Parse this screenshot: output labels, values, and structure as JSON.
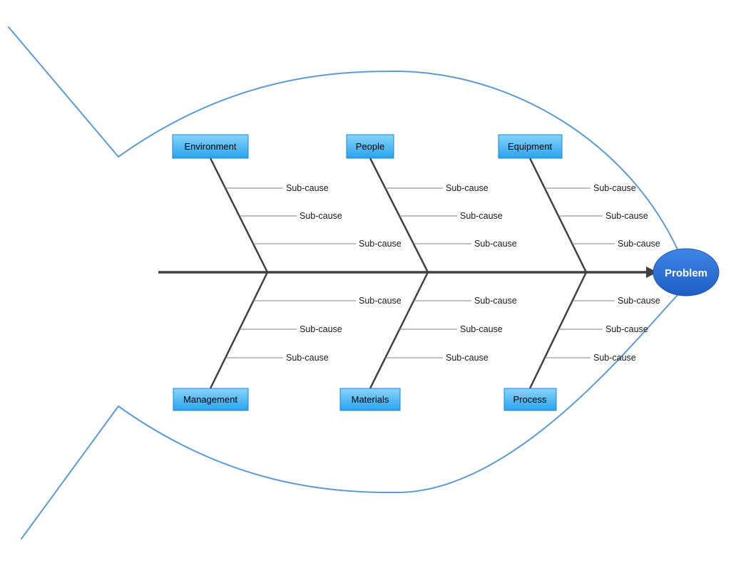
{
  "diagram": {
    "diagram_type": "fishbone",
    "problem": {
      "label": "Problem"
    },
    "subcause_label": "Sub-cause",
    "categories": [
      {
        "id": "environment",
        "label": "Environment",
        "position": "top",
        "sub_causes": [
          "Sub-cause",
          "Sub-cause",
          "Sub-cause"
        ]
      },
      {
        "id": "people",
        "label": "People",
        "position": "top",
        "sub_causes": [
          "Sub-cause",
          "Sub-cause",
          "Sub-cause"
        ]
      },
      {
        "id": "equipment",
        "label": "Equipment",
        "position": "top",
        "sub_causes": [
          "Sub-cause",
          "Sub-cause",
          "Sub-cause"
        ]
      },
      {
        "id": "management",
        "label": "Management",
        "position": "bottom",
        "sub_causes": [
          "Sub-cause",
          "Sub-cause",
          "Sub-cause"
        ]
      },
      {
        "id": "materials",
        "label": "Materials",
        "position": "bottom",
        "sub_causes": [
          "Sub-cause",
          "Sub-cause",
          "Sub-cause"
        ]
      },
      {
        "id": "process",
        "label": "Process",
        "position": "bottom",
        "sub_causes": [
          "Sub-cause",
          "Sub-cause",
          "Sub-cause"
        ]
      }
    ],
    "colors": {
      "fish_outline": "#5b9bd5",
      "spine": "#404040",
      "rib": "#7f7f7f",
      "category_box_top": "#86d5f8",
      "category_box_bottom": "#2aa2ef",
      "category_box_border": "#1b87d0",
      "problem_fill_top": "#3f86e6",
      "problem_fill_bottom": "#1e5ec6",
      "problem_text": "#ffffff"
    }
  }
}
